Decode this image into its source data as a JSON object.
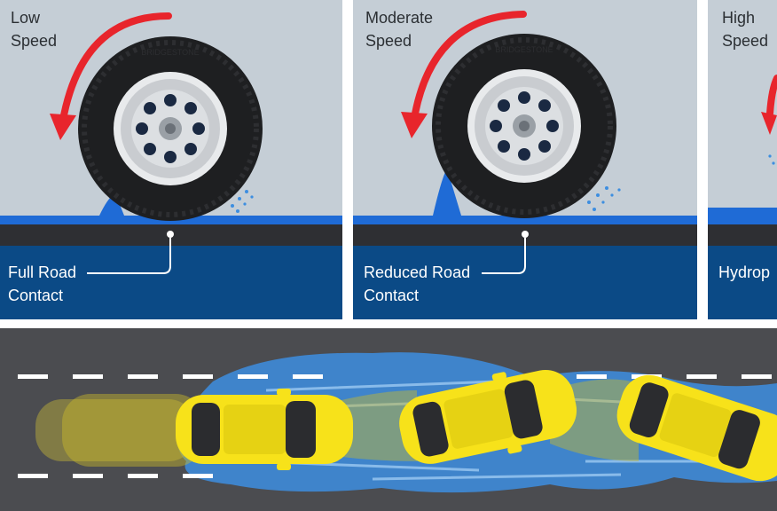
{
  "panels": [
    {
      "speed_label": "Low\nSpeed",
      "contact_label": "Full Road\nContact"
    },
    {
      "speed_label": "Moderate\nSpeed",
      "contact_label": "Reduced Road\nContact"
    },
    {
      "speed_label": "High\nSpeed",
      "contact_label": "Hydrop"
    }
  ],
  "tire_brand": "BRIDGESTONE",
  "colors": {
    "sky": "#c5ced6",
    "water": "#1f6bd6",
    "road_surface": "#0b4a86",
    "asphalt": "#2e2f33",
    "arrow": "#e8252c",
    "tire": "#1e1f21",
    "car": "#f7e21a",
    "highway": "#4b4c50"
  },
  "icons": [
    "rotation-arrow-icon",
    "tire-icon",
    "water-splash-icon",
    "car-icon"
  ]
}
